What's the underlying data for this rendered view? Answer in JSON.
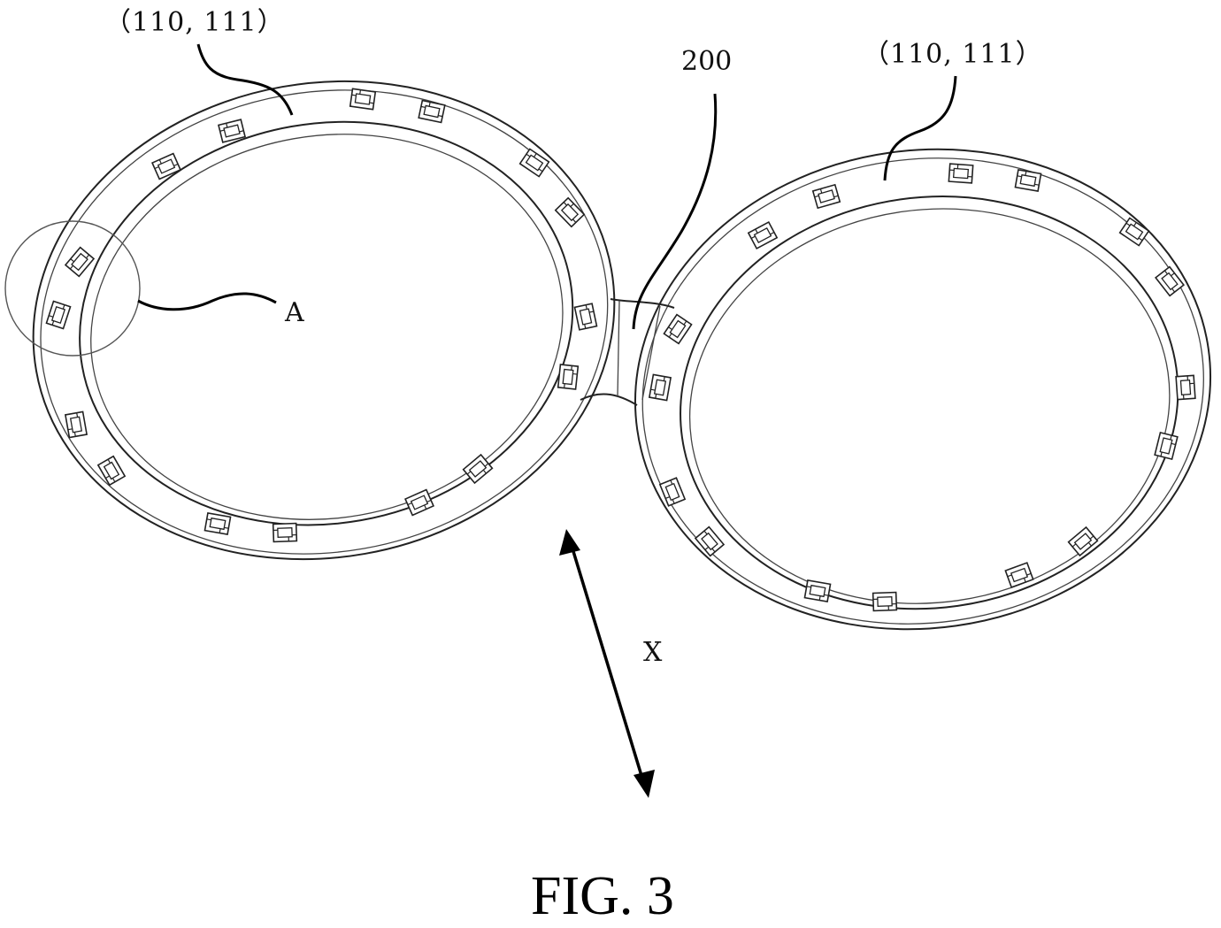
{
  "figure": {
    "caption": "FIG. 3",
    "labels": {
      "frame_left": "（110, 111）",
      "frame_right": "（110, 111）",
      "bridge": "200",
      "detail": "A",
      "direction": "X"
    }
  }
}
